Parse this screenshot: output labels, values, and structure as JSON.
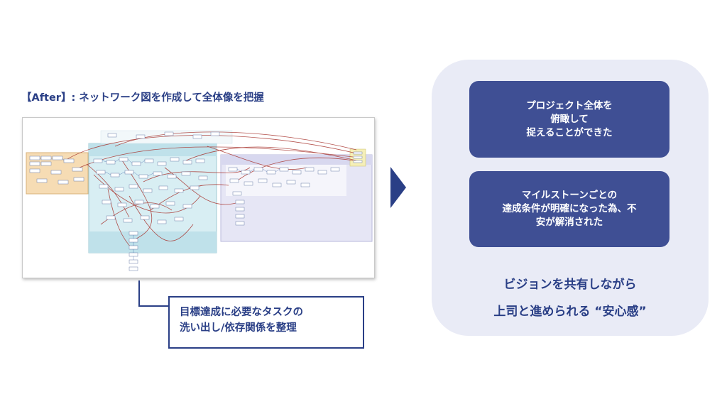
{
  "left": {
    "heading": "【After】: ネットワーク図を作成して全体像を把握",
    "note_lines": [
      "目標達成に必要なタスクの",
      "洗い出し/依存関係を整理"
    ]
  },
  "right": {
    "cards": [
      {
        "lines": [
          "プロジェクト全体を",
          "俯瞰して",
          "捉えることができた"
        ]
      },
      {
        "lines": [
          "マイルストーンごとの",
          "達成条件が明確になった為、不",
          "安が解消された"
        ]
      }
    ],
    "tagline_lines": [
      "ビジョンを共有しながら",
      "上司と進められる “安心感”"
    ]
  },
  "colors": {
    "accent": "#2a3f86",
    "card": "#3f4f94",
    "panel": "#e9ebf6"
  },
  "icons": {
    "arrow": "right-triangle-arrow"
  }
}
